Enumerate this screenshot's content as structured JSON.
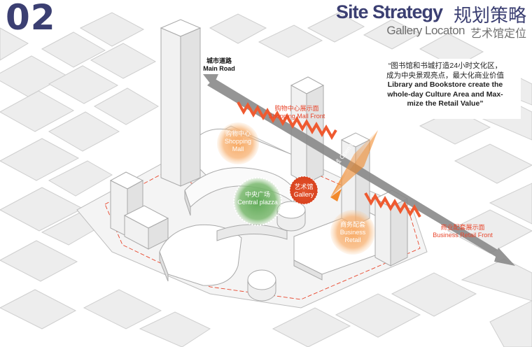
{
  "header": {
    "page_number": "02",
    "title_en": "Site Strategy",
    "title_cn": "规划策略",
    "subtitle_en": "Gallery Locaton",
    "subtitle_cn": "艺术馆定位"
  },
  "labels": {
    "main_road_cn": "城市道路",
    "main_road_en": "Main Road",
    "mall_front_cn": "购物中心展示面",
    "mall_front_en": "Shopping Mall Front",
    "shopping_cn": "购物中心",
    "shopping_en_1": "Shopping",
    "shopping_en_2": "Mall",
    "central_cn": "中央广场",
    "central_en": "Central plazza",
    "gallery_cn": "艺术馆",
    "gallery_en": "Gallery",
    "business_cn": "商务配套",
    "business_en_1": "Business",
    "business_en_2": "Retail",
    "retail_front_cn": "商业配套展示面",
    "retail_front_en": "Business Retail Front",
    "open_view": "视线 Open View"
  },
  "quote": {
    "line1": "“图书馆和书城打造24小时文化区，",
    "line2": "成为中央景观亮点，最大化商业价值",
    "line3": "Library and Bookstore create the",
    "line4": "whole-day Culture Area and Max-",
    "line5": "mize the Retail Value”"
  },
  "colors": {
    "navy": "#3b3f72",
    "accent_red": "#e8462c",
    "orange": "#f39a4c",
    "green": "#6fb064",
    "gray_arrow": "#8a8a8a"
  }
}
